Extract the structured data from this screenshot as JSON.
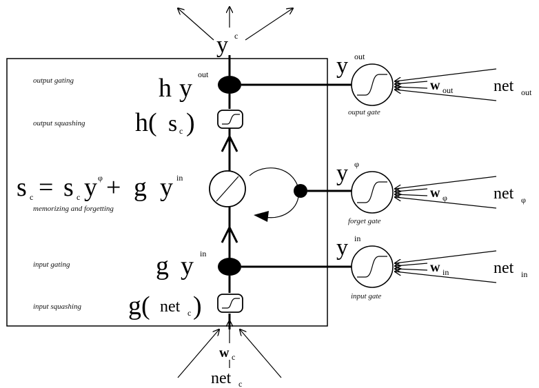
{
  "labels": {
    "output_gating": "output gating",
    "output_squashing": "output squashing",
    "memorizing": "memorizing and forgetting",
    "input_gating": "input gating",
    "input_squashing": "input squashing",
    "output_gate": "ouput gate",
    "forget_gate": "forget gate",
    "input_gate": "input gate"
  },
  "equations": {
    "yc_y": "y",
    "yc_sup": "c",
    "hy_h": "h",
    "hy_y": "y",
    "hy_sup": "out",
    "hs_h": "h(",
    "hs_s": "s",
    "hs_sub": "c",
    "hs_close": ")",
    "sc_s1": "s",
    "sc_sub1": "c",
    "sc_eq": "=",
    "sc_s2": "s",
    "sc_sub2": "c",
    "sc_y1": "y",
    "sc_sup1": "φ",
    "sc_plus": "+",
    "sc_g": "g",
    "sc_y2": "y",
    "sc_sup2": "in",
    "gy_g": "g",
    "gy_y": "y",
    "gy_sup": "in",
    "gn_g": "g(",
    "gn_net": "net",
    "gn_sub": "c",
    "gn_close": ")"
  },
  "gates": {
    "out_y": "y",
    "out_sup": "out",
    "out_w": "w",
    "out_wsub": "out",
    "out_net": "net",
    "out_netsub": "out",
    "phi_y": "y",
    "phi_sup": "φ",
    "phi_w": "w",
    "phi_wsub": "φ",
    "phi_net": "net",
    "phi_netsub": "φ",
    "in_y": "y",
    "in_sup": "in",
    "in_w": "w",
    "in_wsub": "in",
    "in_net": "net",
    "in_netsub": "in"
  },
  "bottom": {
    "w": "w",
    "wsub": "c",
    "net": "net",
    "netsub": "c"
  }
}
